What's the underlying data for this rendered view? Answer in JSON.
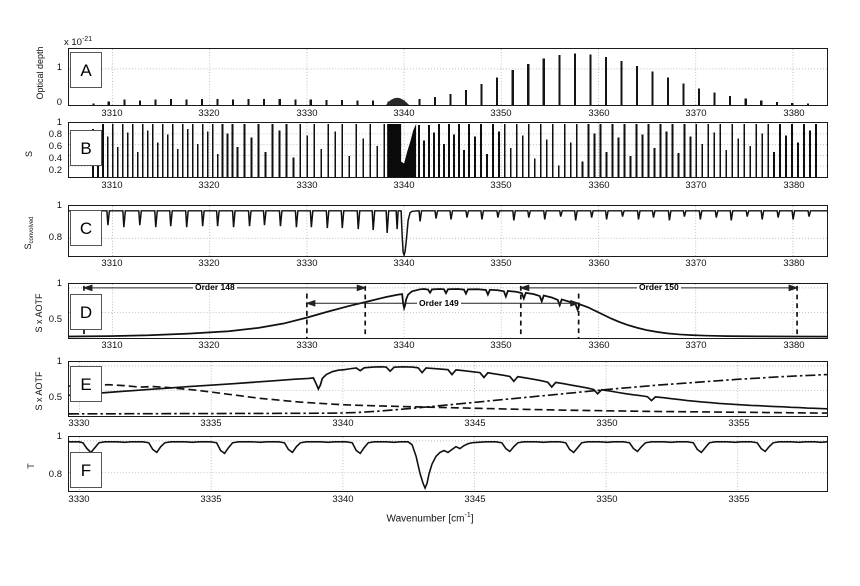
{
  "figure": {
    "xlabel_text": "Wavenumber [cm",
    "xlabel_sup": "-1",
    "xlabel_close": "]",
    "exponent_prefix": "x 10",
    "exponent_sup": "-21"
  },
  "panels": {
    "A": {
      "label": "A",
      "ylabel": "Optical depth",
      "yticks": [
        "0",
        "1"
      ],
      "xticks": [
        "3310",
        "3320",
        "3330",
        "3340",
        "3350",
        "3360",
        "3370",
        "3380"
      ]
    },
    "B": {
      "label": "B",
      "ylabel": "S",
      "yticks": [
        "0.2",
        "0.4",
        "0.6",
        "0.8",
        "1"
      ],
      "xticks": [
        "3310",
        "3320",
        "3330",
        "3340",
        "3350",
        "3360",
        "3370",
        "3380"
      ]
    },
    "C": {
      "label": "C",
      "ylabel_main": "S",
      "ylabel_sub": "convolved",
      "yticks": [
        "0.8",
        "1"
      ],
      "xticks": [
        "3310",
        "3320",
        "3330",
        "3340",
        "3350",
        "3360",
        "3370",
        "3380"
      ]
    },
    "D": {
      "label": "D",
      "ylabel": "S x AOTF",
      "yticks": [
        "0.5",
        "1"
      ],
      "xticks": [
        "3310",
        "3320",
        "3330",
        "3340",
        "3350",
        "3360",
        "3370",
        "3380"
      ],
      "annotations": [
        "Order 148",
        "Order 149",
        "Order 150"
      ]
    },
    "E": {
      "label": "E",
      "ylabel": "S x AOTF",
      "yticks": [
        "0.5",
        "1"
      ],
      "xticks": [
        "3330",
        "3335",
        "3340",
        "3345",
        "3350",
        "3355"
      ]
    },
    "F": {
      "label": "F",
      "ylabel": "T",
      "yticks": [
        "0.8",
        "1"
      ],
      "xticks": [
        "3330",
        "3335",
        "3340",
        "3345",
        "3350",
        "3355"
      ]
    }
  },
  "chart_data": {
    "type": "line",
    "title": "",
    "xlabel": "Wavenumber [cm^-1]",
    "subplots": [
      {
        "id": "A",
        "type": "bar",
        "ylabel": "Optical depth",
        "y_scale_exponent": -21,
        "xlim": [
          3305.5,
          3383.5
        ],
        "ylim": [
          0,
          1.55
        ],
        "ytick_values": [
          0,
          1
        ],
        "grid": true,
        "description": "Stick spectrum of line optical depths; band envelope peaks near 3356 cm-1",
        "lines_x": [
          3308.0,
          3309.6,
          3311.2,
          3312.8,
          3314.4,
          3316.0,
          3317.6,
          3319.2,
          3320.8,
          3322.4,
          3324.0,
          3325.6,
          3327.2,
          3328.8,
          3330.4,
          3332.0,
          3333.6,
          3335.2,
          3336.8,
          3338.4,
          3339.4,
          3340.0,
          3341.6,
          3343.2,
          3344.8,
          3346.4,
          3348.0,
          3349.6,
          3351.2,
          3352.8,
          3354.4,
          3356.0,
          3357.6,
          3359.2,
          3360.8,
          3362.4,
          3364.0,
          3365.6,
          3367.2,
          3368.8,
          3370.4,
          3372.0,
          3373.6,
          3375.2,
          3376.8,
          3378.4,
          3380.0,
          3381.6
        ],
        "lines_y": [
          0.04,
          0.1,
          0.15,
          0.13,
          0.15,
          0.17,
          0.15,
          0.17,
          0.16,
          0.15,
          0.16,
          0.17,
          0.16,
          0.15,
          0.15,
          0.14,
          0.14,
          0.13,
          0.12,
          0.1,
          0.13,
          0.12,
          0.17,
          0.22,
          0.3,
          0.42,
          0.58,
          0.76,
          0.97,
          1.14,
          1.28,
          1.38,
          1.42,
          1.4,
          1.33,
          1.22,
          1.08,
          0.92,
          0.76,
          0.6,
          0.46,
          0.34,
          0.24,
          0.17,
          0.12,
          0.08,
          0.055,
          0.035
        ]
      },
      {
        "id": "B",
        "type": "bar",
        "ylabel": "S",
        "xlim": [
          3305.5,
          3383.5
        ],
        "ylim": [
          0,
          1.05
        ],
        "ytick_values": [
          0.2,
          0.4,
          0.6,
          0.8,
          1
        ],
        "grid": true,
        "description": "Dense stem plot of normalized line strengths S; saturated black cluster of closely-spaced lines between 3338 and 3341 cm-1"
      },
      {
        "id": "C",
        "type": "line",
        "ylabel": "S_convolved",
        "xlim": [
          3305.5,
          3383.5
        ],
        "ylim": [
          0.72,
          1.03
        ],
        "ytick_values": [
          0.8,
          1
        ],
        "grid": true,
        "description": "Convolved normalized spectrum with regular absorption dips; strongest dip reaching near 0.74 at 3339.4 cm-1"
      },
      {
        "id": "D",
        "type": "line",
        "ylabel": "S x AOTF",
        "xlim": [
          3305.5,
          3383.5
        ],
        "ylim": [
          0,
          1.08
        ],
        "ytick_values": [
          0.5,
          1
        ],
        "grid": true,
        "description": "Spectrum multiplied by AOTF transfer function; broad envelope peaking between 3343 and 3350 cm-1",
        "order_ranges": [
          {
            "label": "Order 148",
            "x_start": 3307.0,
            "x_end": 3336.0,
            "y_level": 1.0
          },
          {
            "label": "Order 149",
            "x_start": 3330.0,
            "x_end": 3358.0,
            "y_level": 0.66
          },
          {
            "label": "Order 150",
            "x_start": 3352.0,
            "x_end": 3380.5,
            "y_level": 1.0
          }
        ],
        "dashed_verticals": [
          3307.0,
          3330.0,
          3336.0,
          3352.0,
          3358.0,
          3380.5
        ]
      },
      {
        "id": "E",
        "type": "line",
        "ylabel": "S x AOTF",
        "xlim": [
          3329.6,
          3358.4
        ],
        "ylim": [
          0,
          1.08
        ],
        "ytick_values": [
          0.5,
          1
        ],
        "grid": true,
        "description": "Three diffraction orders overlapping in the 3330-3358 cm-1 window",
        "series": [
          {
            "name": "Order 149",
            "style": "solid",
            "description": "rises from 0.42 at 3330 to ~1.0 near 3342-3345 then descends to ~0.52 at 3358"
          },
          {
            "name": "Order 148",
            "style": "dashed",
            "description": "starts near 0.65 at 3330 and decays toward ~0.05 by 3350"
          },
          {
            "name": "Order 150",
            "style": "dashdot",
            "description": "near zero until 3342 then rises to ~0.62 at 3358"
          }
        ]
      },
      {
        "id": "F",
        "type": "line",
        "ylabel": "T",
        "xlim": [
          3329.6,
          3358.4
        ],
        "ylim": [
          0.7,
          1.03
        ],
        "ytick_values": [
          0.8,
          1
        ],
        "grid": true,
        "description": "Simulated transmittance spectrum; deep absorption line reaching ~0.70 at 3339.4 cm-1, smaller lines elsewhere near 0.93-0.99"
      }
    ]
  }
}
